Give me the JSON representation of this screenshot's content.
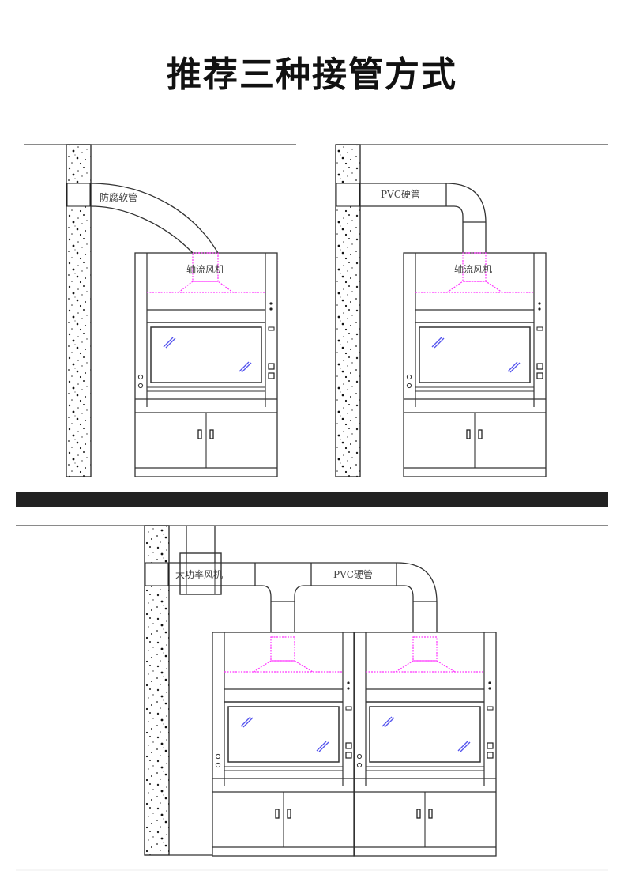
{
  "page": {
    "title": "推荐三种接管方式"
  },
  "diagram_1": {
    "name": "soft-duct-method",
    "duct_label": "防腐软管",
    "fan_label": "轴流风机"
  },
  "diagram_2": {
    "name": "pvc-hard-pipe-method",
    "duct_label": "PVC硬管",
    "fan_label": "轴流风机"
  },
  "diagram_3": {
    "name": "high-power-fan-shared-pipe-method",
    "fan_label": "大功率风机",
    "duct_label": "PVC硬管"
  },
  "colors": {
    "line": "#333333",
    "hood_dashed": "#ff33ff",
    "glass_mark": "#5555ee",
    "band": "#222222"
  }
}
